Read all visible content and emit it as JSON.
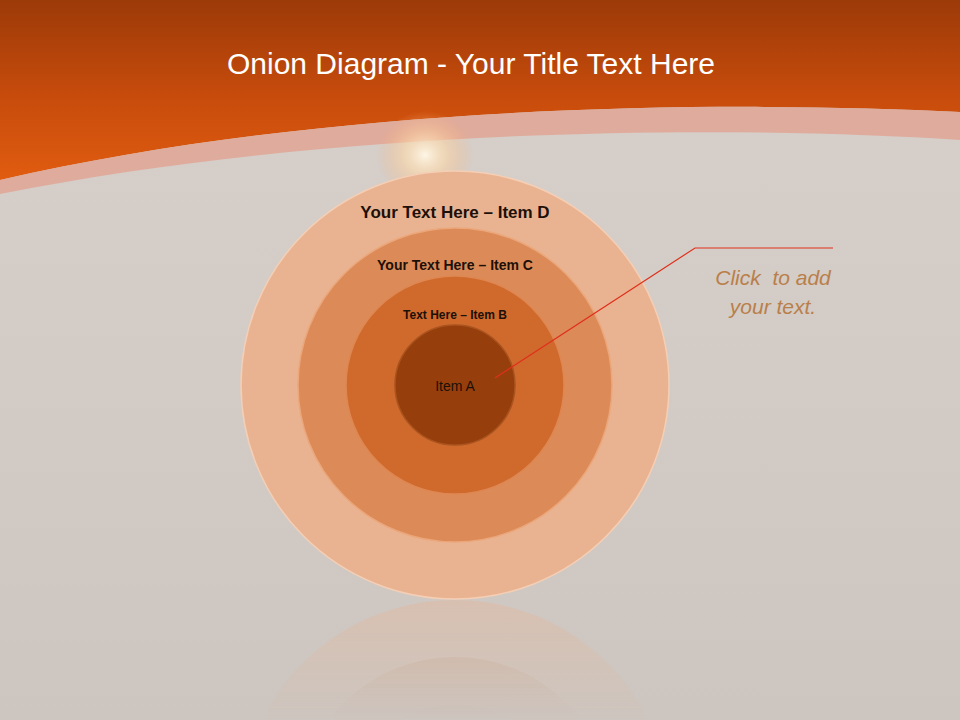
{
  "diagram": {
    "title": "Onion Diagram - Your Title Text Here",
    "nodes": [
      {
        "text": [
          "Your Text Here – Item D"
        ]
      },
      {
        "text": [
          "Your Text Here – Item C"
        ],
        "in": 0
      },
      {
        "text": [
          "Text Here – Item B"
        ],
        "in": 1
      },
      {
        "text": [
          "Item A"
        ],
        "in": 2
      }
    ],
    "labels": [
      "Click  to add your text."
    ]
  }
}
